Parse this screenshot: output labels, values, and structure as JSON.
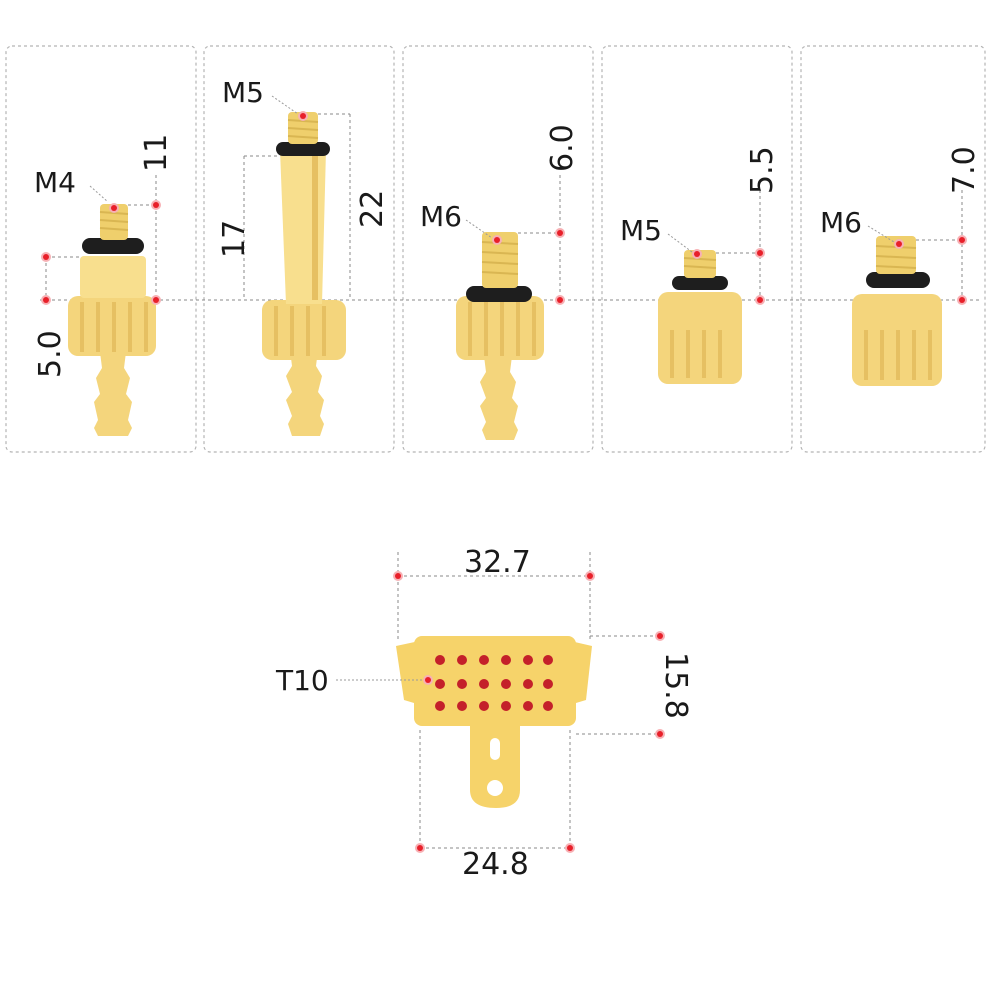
{
  "colors": {
    "part_yellow": "#f4d57c",
    "part_shade": "#e6c062",
    "oring_black": "#1e1e1e",
    "marker_red": "#e8202a",
    "tool_yellow": "#f6d36a",
    "hole_red": "#c4202a"
  },
  "panels": [
    {
      "thread_label": "M4",
      "top_dim": "11",
      "side_dim": "5.0"
    },
    {
      "thread_label": "M5",
      "left_dim": "17",
      "right_dim": "22"
    },
    {
      "thread_label": "M6",
      "top_dim": "6.0"
    },
    {
      "thread_label": "M5",
      "top_dim": "5.5"
    },
    {
      "thread_label": "M6",
      "top_dim": "7.0"
    }
  ],
  "tool": {
    "label": "T10",
    "width_top": "32.7",
    "height": "15.8",
    "width_bottom": "24.8"
  }
}
